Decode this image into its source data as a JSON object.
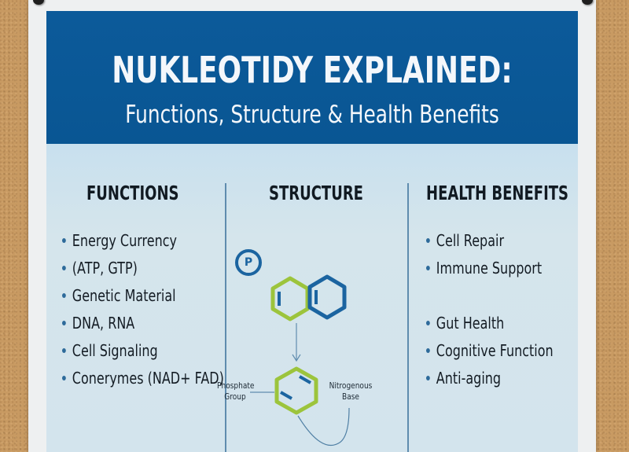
{
  "poster": {
    "title": "NUKLEOTIDY EXPLAINED:",
    "subtitle": "Functions, Structure & Health Benefits",
    "colors": {
      "header_blue": "#0c5a9a",
      "panel_light_blue": "#d3e4ed",
      "accent_green": "#9cc43c",
      "accent_blue": "#1b64a0",
      "cork": "#c89a62"
    }
  },
  "columns": {
    "functions": {
      "title": "FUNCTIONS",
      "items": [
        "Energy Currency",
        "(ATP, GTP)",
        "Genetic Material",
        "DNA, RNA",
        "Cell Signaling",
        "Conerymes (NAD+ FAD)"
      ]
    },
    "structure": {
      "title": "STRUCTURE",
      "phosphate_symbol": "P",
      "labels": {
        "phosphate": [
          "Phosphate",
          "Group"
        ],
        "base": [
          "Nitrogenous",
          "Base"
        ]
      }
    },
    "health_benefits": {
      "title": "HEALTH BENEFITS",
      "items": [
        "Cell Repair",
        "Immune Support",
        "Gut Health",
        "Cognitive Function",
        "Anti-aging"
      ]
    }
  }
}
